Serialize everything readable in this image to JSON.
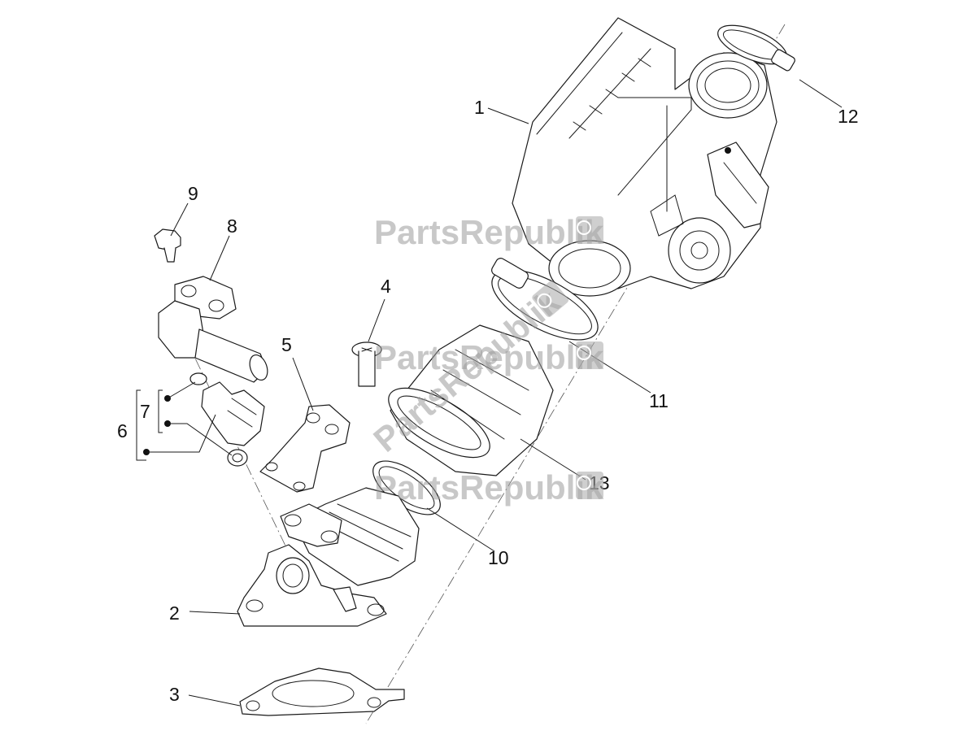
{
  "diagram": {
    "callouts": [
      "1",
      "2",
      "3",
      "4",
      "5",
      "6",
      "7",
      "8",
      "9",
      "10",
      "11",
      "12",
      "13"
    ],
    "watermark": "PartsRepublik"
  },
  "colors": {
    "line": "#1a1a1a",
    "watermark": "#9a9a9a",
    "background": "#ffffff"
  },
  "icons": [
    "gear-icon"
  ]
}
